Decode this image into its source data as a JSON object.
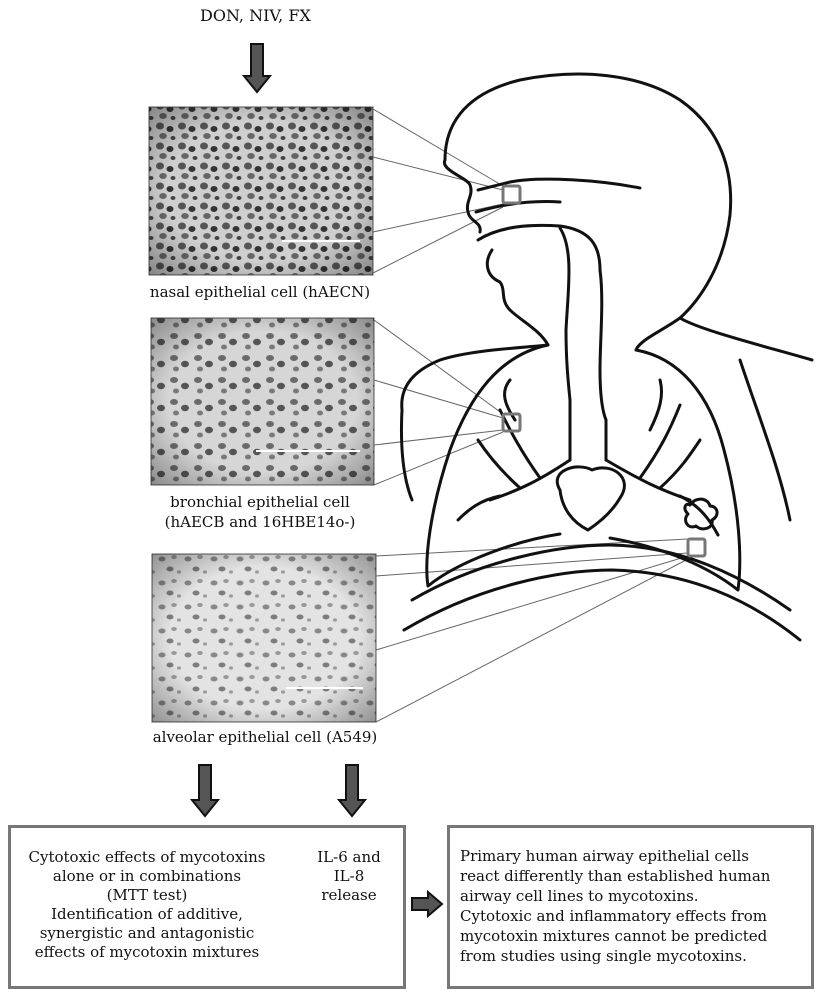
{
  "inputs": "DON, NIV, FX",
  "cells": {
    "nasal": "nasal epithelial cell (hAECN)",
    "bronchial_line1": "bronchial epithelial cell",
    "bronchial_line2": "(hAECB and 16HBE14o-)",
    "alveolar": "alveolar epithelial cell (A549)"
  },
  "results_box": {
    "cytotoxic_lines": [
      "Cytotoxic effects of mycotoxins",
      "alone or in combinations",
      "(MTT test)",
      "Identification of additive,",
      "synergistic and antagonistic",
      "effects of mycotoxin mixtures"
    ],
    "cytokine_lines": [
      "IL-6 and",
      "IL-8",
      "release"
    ]
  },
  "conclusion_lines": [
    "Primary human airway epithelial cells",
    "react differently than established human",
    "airway cell lines to mycotoxins.",
    "Cytotoxic and inflammatory effects from",
    "mycotoxin mixtures cannot be predicted",
    "from studies using single mycotoxins."
  ]
}
